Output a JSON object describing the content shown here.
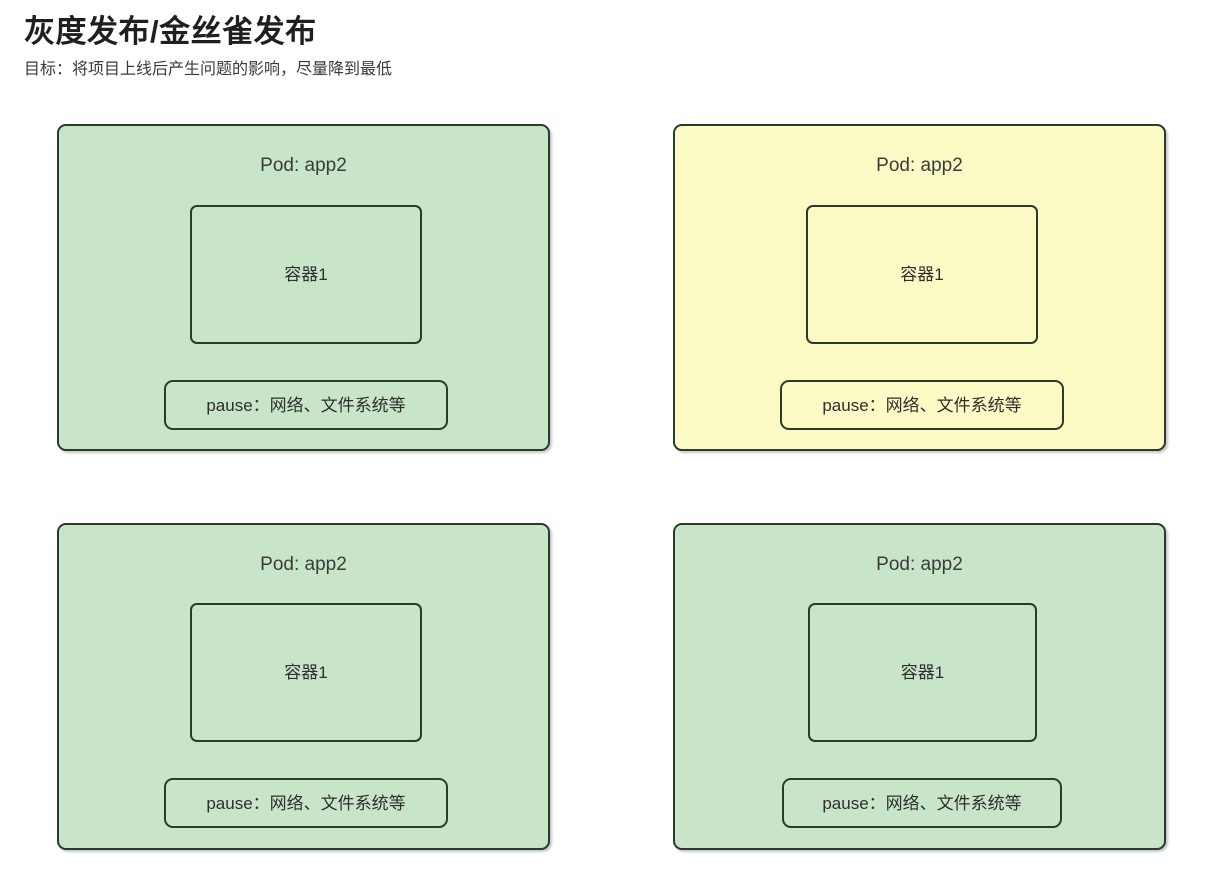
{
  "header": {
    "title": "灰度发布/金丝雀发布",
    "subtitle": "目标：将项目上线后产生问题的影响，尽量降到最低"
  },
  "colors": {
    "page_background": "#ffffff",
    "pod_green_fill": "#c9e5c9",
    "pod_yellow_fill": "#fcfbc5",
    "border": "#2b3b2b",
    "title_text": "#1f1f1f",
    "body_text": "#3a3a3a"
  },
  "pods": [
    {
      "position": "top-left",
      "fill": "green",
      "pod_label": "Pod: app2",
      "container_label": "容器1",
      "pause_label": "pause：网络、文件系统等"
    },
    {
      "position": "top-right",
      "fill": "yellow",
      "pod_label": "Pod: app2",
      "container_label": "容器1",
      "pause_label": "pause：网络、文件系统等"
    },
    {
      "position": "bottom-left",
      "fill": "green",
      "pod_label": "Pod: app2",
      "container_label": "容器1",
      "pause_label": "pause：网络、文件系统等"
    },
    {
      "position": "bottom-right",
      "fill": "green",
      "pod_label": "Pod: app2",
      "container_label": "容器1",
      "pause_label": "pause：网络、文件系统等"
    }
  ]
}
